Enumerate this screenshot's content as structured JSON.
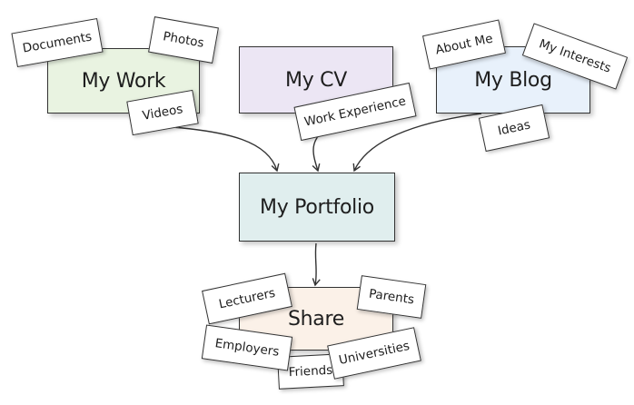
{
  "colors": {
    "work": "#e9f3e1",
    "cv": "#ece6f4",
    "blog": "#e8f1fb",
    "portfolio": "#e0eeee",
    "share": "#fbf1e8",
    "tag": "#ffffff",
    "stroke": "#333333"
  },
  "diagram": {
    "nodes": {
      "work": "My Work",
      "cv": "My CV",
      "blog": "My Blog",
      "portfolio": "My Portfolio",
      "share": "Share"
    },
    "tags": {
      "documents": "Documents",
      "photos": "Photos",
      "videos": "Videos",
      "work_experience": "Work Experience",
      "about_me": "About Me",
      "my_interests": "My Interests",
      "ideas": "Ideas",
      "lecturers": "Lecturers",
      "parents": "Parents",
      "employers": "Employers",
      "universities": "Universities",
      "friends": "Friends"
    },
    "edges": [
      {
        "from": "My Work",
        "to": "My Portfolio"
      },
      {
        "from": "My CV",
        "to": "My Portfolio"
      },
      {
        "from": "My Blog",
        "to": "My Portfolio"
      },
      {
        "from": "My Portfolio",
        "to": "Share"
      }
    ]
  }
}
